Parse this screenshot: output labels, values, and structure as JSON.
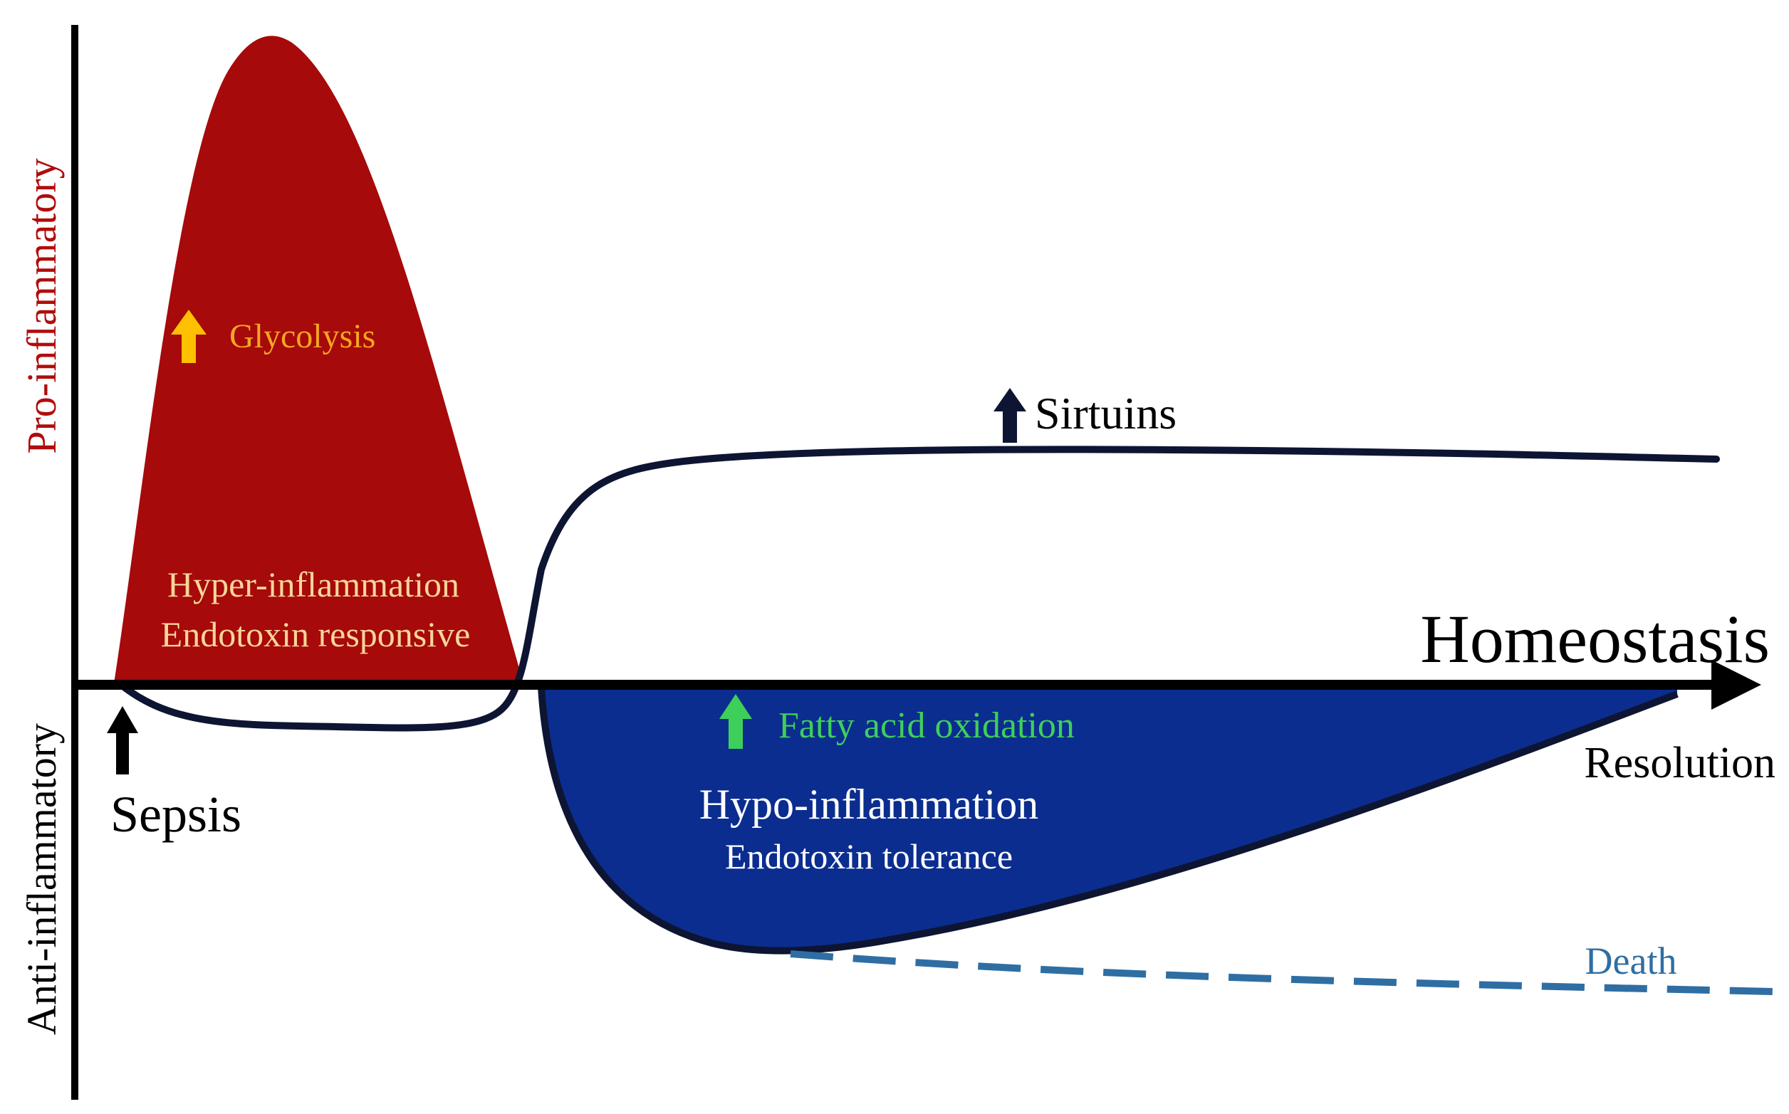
{
  "labels": {
    "y_axis_top": "Pro-inflammatory",
    "y_axis_bottom": "Anti-inflammatory",
    "homeostasis": "Homeostasis",
    "resolution": "Resolution",
    "sepsis": "Sepsis",
    "glycolysis": "Glycolysis",
    "hyper_line1": "Hyper-inflammation",
    "hyper_line2": "Endotoxin responsive",
    "sirtuins": "Sirtuins",
    "fatty_acid": "Fatty acid oxidation",
    "hypo_line1": "Hypo-inflammation",
    "hypo_line2": "Endotoxin tolerance",
    "death": "Death"
  },
  "colors": {
    "pro_inflammatory": "#b10c0c",
    "hyper_fill": "#a60a0a",
    "hypo_fill": "#0b2d8f",
    "curve_line": "#0d1533",
    "axis": "#000000",
    "glycolysis_text": "#f5a623",
    "glycolysis_arrow": "#ffc000",
    "hyper_text": "#f8d59a",
    "fatty_acid": "#3ecf5a",
    "hypo_text": "#ffffff",
    "death_line": "#2f6ea3",
    "sirtuins_arrow": "#0d1533"
  },
  "icons": {
    "sepsis_arrow": "up-arrow-icon",
    "glycolysis_arrow": "up-arrow-icon",
    "sirtuins_arrow": "up-arrow-icon",
    "fatty_acid_arrow": "up-arrow-icon"
  }
}
